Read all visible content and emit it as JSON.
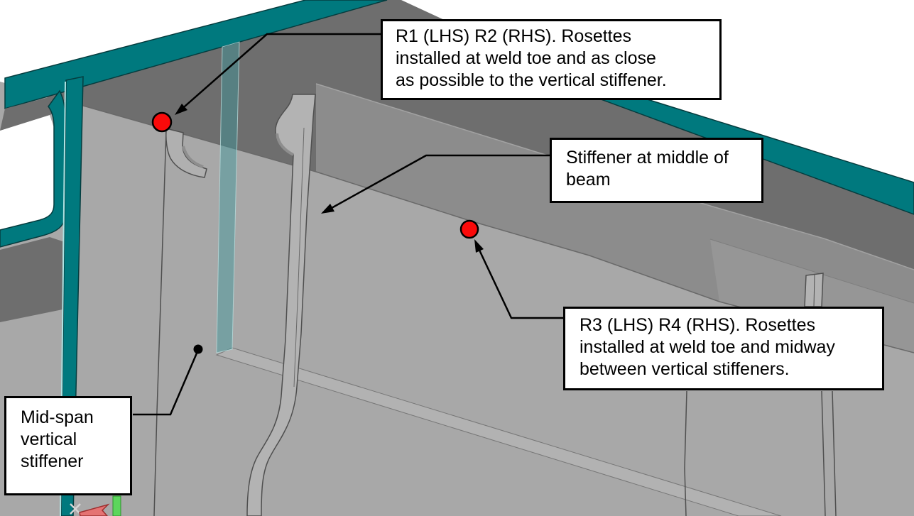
{
  "figure": {
    "description": "3D CAD view of welded beam with vertical stiffeners and strain-gauge rosette locations"
  },
  "callouts": {
    "r1r2": {
      "lines": [
        "R1 (LHS) R2 (RHS). Rosettes",
        "installed at weld toe and as close",
        "as possible to the vertical stiffener."
      ]
    },
    "mid_beam_stiffener": {
      "lines": [
        "Stiffener at middle of",
        "beam"
      ]
    },
    "r3r4": {
      "lines": [
        "R3 (LHS) R4 (RHS). Rosettes",
        "installed at weld toe and midway",
        "between vertical stiffeners."
      ]
    },
    "midspan_stiffener": {
      "lines": [
        "Mid-span",
        "vertical",
        "stiffener"
      ]
    }
  },
  "colors": {
    "background": "#ffffff",
    "flange_teal": "#00797e",
    "teal_edge": "#053c3e",
    "web_gray": "#a8a8a8",
    "shadow_dark": "#6e6e6e",
    "shadow_mid": "#8c8c8c",
    "shadow_light": "#969696",
    "stiffener_fill": "#b3b3b3",
    "light_band": "#b2b2b2",
    "rosette_red": "#fb0a0a",
    "leader_black": "#000000",
    "axis_green": "#5cd65c",
    "axis_red": "#e57373",
    "translucent_stiffener": "rgba(60,150,155,0.45)"
  }
}
